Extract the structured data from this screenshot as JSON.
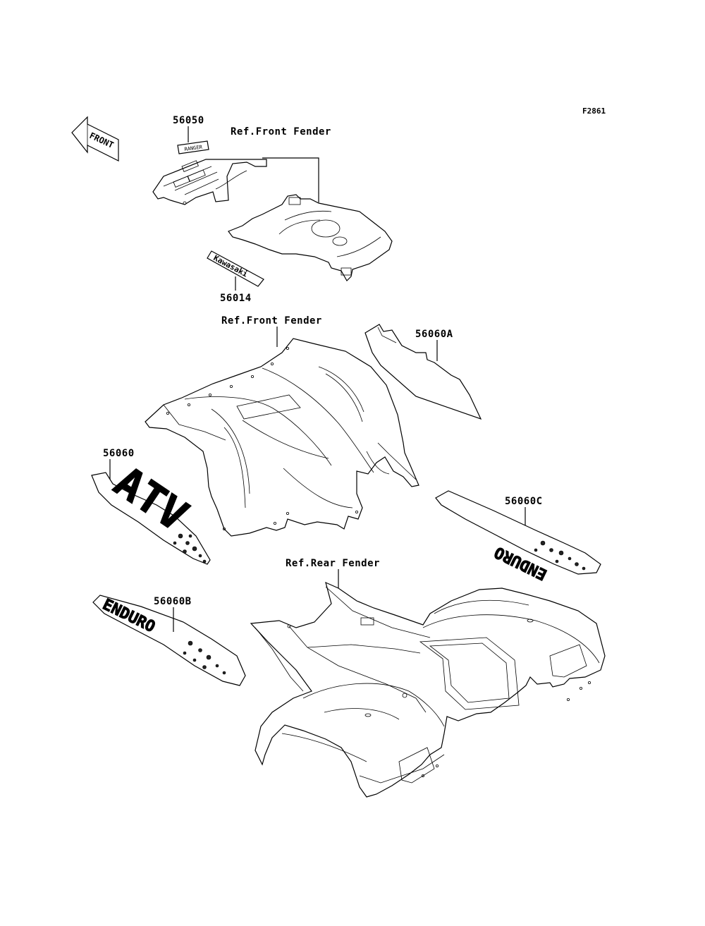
{
  "figure_id": "F2861",
  "orientation": {
    "front_arrow_label": "FRONT"
  },
  "labels": {
    "ref_front_fender_top": "Ref.Front Fender",
    "ref_front_fender_mid": "Ref.Front Fender",
    "ref_rear_fender": "Ref.Rear Fender",
    "p56050": "56050",
    "p56014": "56014",
    "p56060A": "56060A",
    "p56060": "56060",
    "p56060C": "56060C",
    "p56060B": "56060B"
  },
  "decal_text": {
    "p56014": "Kawasaki",
    "p56060": "ATV"
  }
}
